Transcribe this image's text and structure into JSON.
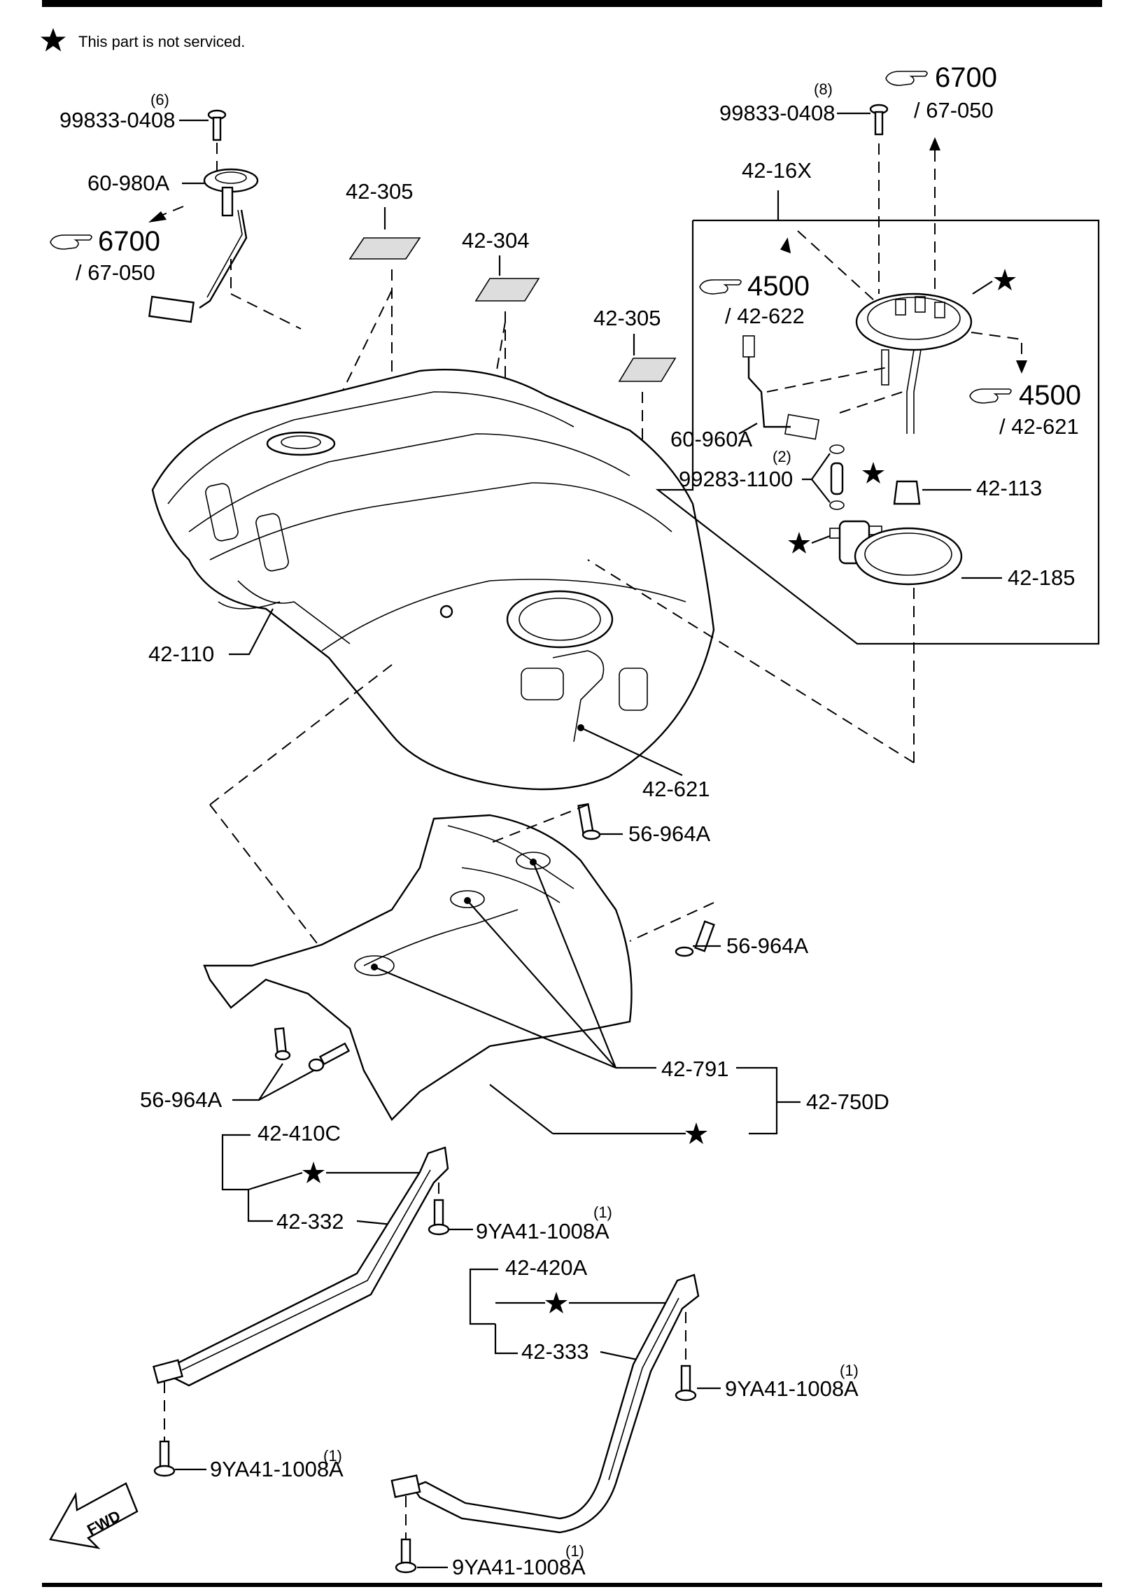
{
  "legend": {
    "star_glyph": "★",
    "note": "This part is not serviced."
  },
  "labels": {
    "bolt_top_left": {
      "qty": "(6)",
      "part": "99833-0408"
    },
    "sender_unit": "60-980A",
    "ref_6700_left": {
      "num": "6700",
      "sub": "/ 67-050"
    },
    "pad_305_a": "42-305",
    "pad_304": "42-304",
    "pad_305_b": "42-305",
    "bolt_top_right": {
      "qty": "(8)",
      "part": "99833-0408"
    },
    "ref_6700_right": {
      "num": "6700",
      "sub": "/ 67-050"
    },
    "pump_assembly": "42-16X",
    "ref_4500_a": {
      "num": "4500",
      "sub": "/ 42-622"
    },
    "ref_4500_b": {
      "num": "4500",
      "sub": "/ 42-621"
    },
    "wire_60960A": "60-960A",
    "clamp": {
      "qty": "(2)",
      "part": "99283-1100"
    },
    "cushion": "42-113",
    "ring": "42-185",
    "tank": "42-110",
    "tube_621": "42-621",
    "clip_a": "56-964A",
    "clip_b": "56-964A",
    "clip_c": "56-964A",
    "insulator": "42-791",
    "insulator_set": "42-750D",
    "band_set_410": "42-410C",
    "band_332": "42-332",
    "bolt_a": {
      "qty": "(1)",
      "part": "9YA41-1008A"
    },
    "band_set_420": "42-420A",
    "band_333": "42-333",
    "bolt_b": {
      "qty": "(1)",
      "part": "9YA41-1008A"
    },
    "bolt_c": {
      "qty": "(1)",
      "part": "9YA41-1008A"
    },
    "bolt_d": {
      "qty": "(1)",
      "part": "9YA41-1008A"
    },
    "fwd": "FWD"
  },
  "icons": {
    "ref_hand": "pointing-hand-icon",
    "star": "star-icon",
    "fwd_arrow": "fwd-arrow-icon"
  }
}
